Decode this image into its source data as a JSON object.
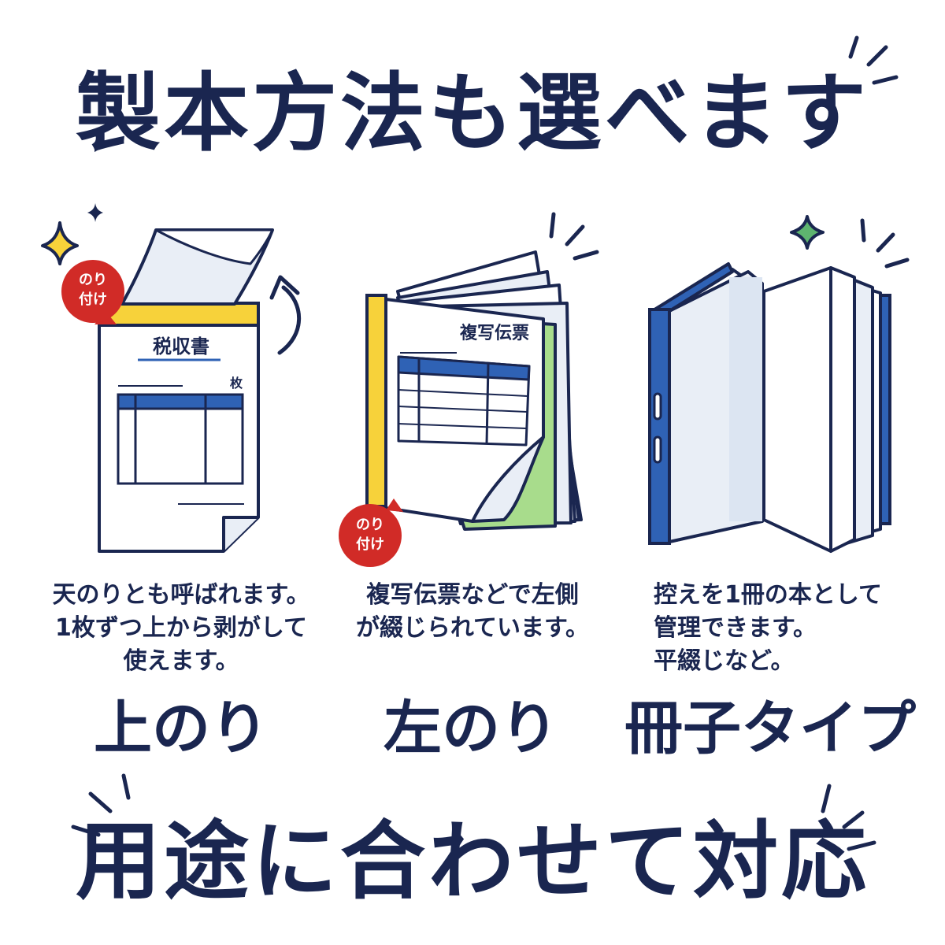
{
  "title": "製本方法も選べます",
  "footer": "用途に合わせて対応",
  "colors": {
    "navy": "#1a2650",
    "blue": "#2f62b5",
    "yellow": "#f7d23a",
    "green": "#a8dc8c",
    "red": "#d12b27",
    "sparkle_green": "#5eb46f"
  },
  "options": [
    {
      "label": "上のり",
      "badge": "のり付け",
      "doc_title": "税収書",
      "doc_unit": "枚",
      "description": [
        "天のりとも呼ばれます。",
        "1枚ずつ上から剥がして",
        "使えます。"
      ]
    },
    {
      "label": "左のり",
      "badge": "のり付け",
      "doc_title": "複写伝票",
      "description": [
        "複写伝票などで左側",
        "が綴じられています。"
      ]
    },
    {
      "label": "冊子タイプ",
      "description": [
        "控えを1冊の本として",
        "管理できます。",
        "平綴じなど。"
      ]
    }
  ]
}
